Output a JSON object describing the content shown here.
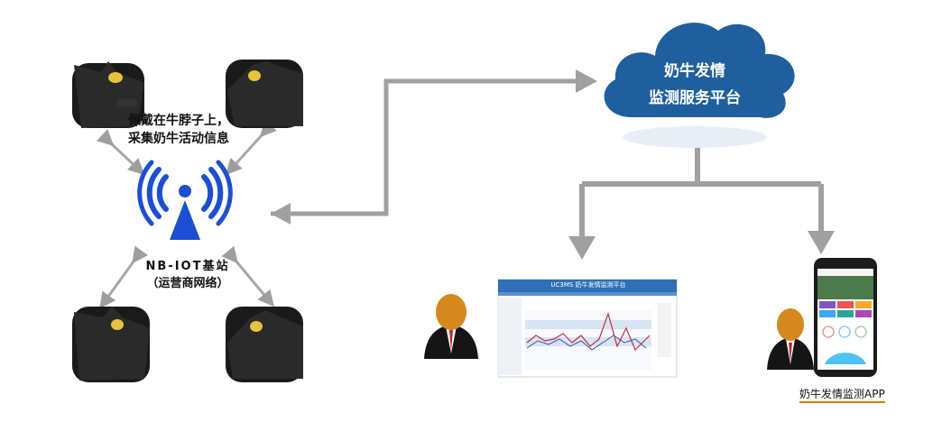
{
  "cow_caption": {
    "line1": "佩戴在牛脖子上，",
    "line2": "采集奶牛活动信息"
  },
  "station_caption": {
    "line1": "NB-IOT基站",
    "line2": "（运营商网络）"
  },
  "cloud": {
    "line1": "奶牛发情",
    "line2": "监测服务平台"
  },
  "web_platform": {
    "title": "UC3MS 奶牛发情监测平台"
  },
  "app_caption": "奶牛发情监测APP",
  "colors": {
    "cloud": "#1f5f9e",
    "signal": "#1a4fd6",
    "arrow": "#9e9e9e",
    "person_head": "#d4881e",
    "app_accent": "#e07b00"
  },
  "icons": [
    "cow-image",
    "radio-tower-icon",
    "cloud-icon",
    "person-icon",
    "monitor-icon",
    "smartphone-icon"
  ]
}
